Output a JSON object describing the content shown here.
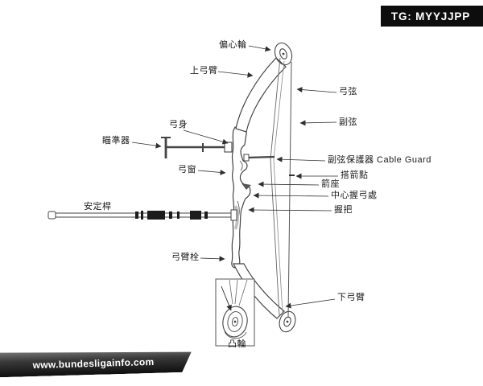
{
  "badge": {
    "text": "TG: MYYJJPP"
  },
  "watermark": {
    "text": "www.bundesligainfo.com"
  },
  "diagram": {
    "subject": "compound-bow-parts-diagram",
    "labels": {
      "eccentric_wheel": "偏心輪",
      "upper_limb": "上弓臂",
      "bowstring": "弓弦",
      "cable": "副弦",
      "riser": "弓身",
      "sight": "瞄準器",
      "sight_window": "弓窗",
      "cable_guard": "副弦保護器 Cable Guard",
      "nocking_point": "搭箭點",
      "arrow_rest": "箭座",
      "center_grip": "中心握弓處",
      "grip": "握把",
      "stabilizer": "安定桿",
      "limb_bolt": "弓臂栓",
      "lower_limb": "下弓臂",
      "cam": "凸輪"
    }
  },
  "colors": {
    "line": "#3f3f3f",
    "badge_bg": "#0d0d0d",
    "banner_text": "#ffffff"
  }
}
